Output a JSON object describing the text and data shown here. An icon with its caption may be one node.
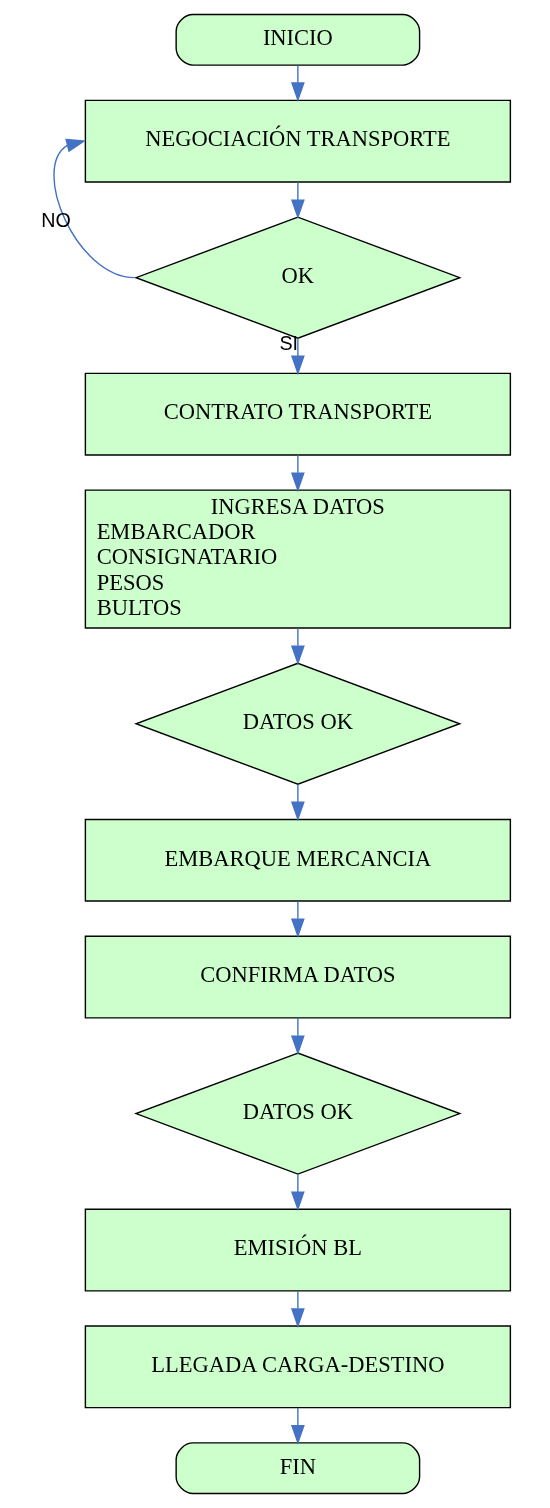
{
  "diagram": {
    "nodes": [
      {
        "text": [
          "INICIO"
        ]
      },
      {
        "text": [
          "NEGOCIACIÓN TRANSPORTE"
        ]
      },
      {
        "text": [
          "OK"
        ]
      },
      {
        "text": [
          "CONTRATO TRANSPORTE"
        ]
      },
      {
        "text": [
          "INGRESA DATOS",
          "EMBARCADOR",
          "CONSIGNATARIO",
          "PESOS",
          "BULTOS"
        ]
      },
      {
        "text": [
          "DATOS OK"
        ]
      },
      {
        "text": [
          "EMBARQUE MERCANCIA"
        ]
      },
      {
        "text": [
          "CONFIRMA DATOS"
        ]
      },
      {
        "text": [
          "DATOS OK"
        ]
      },
      {
        "text": [
          "EMISIÓN BL"
        ]
      },
      {
        "text": [
          "LLEGADA CARGA-DESTINO"
        ]
      },
      {
        "text": [
          "FIN"
        ]
      }
    ],
    "edges": [
      {
        "from": 0,
        "to": 1,
        "arrow": "to"
      },
      {
        "from": 1,
        "to": 2,
        "arrow": "to"
      },
      {
        "from": 2,
        "to": 1,
        "arrow": "to",
        "label": "NO"
      },
      {
        "from": 2,
        "to": 3,
        "arrow": "to",
        "label": "SI"
      },
      {
        "from": 3,
        "to": 4,
        "arrow": "to"
      },
      {
        "from": 4,
        "to": 5,
        "arrow": "to"
      },
      {
        "from": 5,
        "to": 6,
        "arrow": "to"
      },
      {
        "from": 6,
        "to": 7,
        "arrow": "to"
      },
      {
        "from": 7,
        "to": 8,
        "arrow": "to"
      },
      {
        "from": 8,
        "to": 9,
        "arrow": "to"
      },
      {
        "from": 9,
        "to": 10,
        "arrow": "to"
      },
      {
        "from": 10,
        "to": 11,
        "arrow": "to"
      }
    ]
  }
}
